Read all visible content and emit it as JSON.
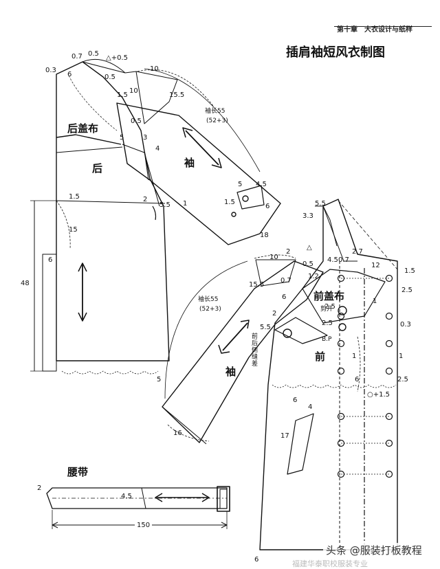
{
  "header": {
    "chapter": "第十章　大衣设计与纸样",
    "title": "插肩袖短风衣制图"
  },
  "back": {
    "yoke_label": "后盖布",
    "body_label": "后",
    "sleeve_label": "袖",
    "sleeve_length": "袖长55",
    "sleeve_length_calc": "(52+3)",
    "dims": [
      "0.7",
      "0.5",
      "△+0.5",
      "0.3",
      "6",
      "0.5",
      "10",
      "10",
      "1.5",
      "15.5",
      "0.5",
      "5",
      "3",
      "4",
      "1.5",
      "15",
      "6",
      "48",
      "5",
      "2",
      "5.5",
      "1",
      "5",
      "4.5",
      "1.5",
      "6",
      "18"
    ]
  },
  "front": {
    "yoke_label": "前盖布",
    "body_label": "前",
    "sleeve_label": "袖",
    "sleeve_length": "袖长55",
    "sleeve_length_calc": "(52+3)",
    "slit_label": "剪开",
    "bp_label": "B.P",
    "dart_note": "前后侧缝差",
    "dims": [
      "5.5",
      "3.3",
      "2.7",
      "0.7",
      "2",
      "△",
      "4.5",
      "10",
      "0.5",
      "12",
      "1.5",
      "2.5",
      "1.2",
      "0.7",
      "15.5",
      "6",
      "2.5",
      "2",
      "5.5",
      "2.5",
      "0.3",
      "1",
      "1",
      "6",
      "1",
      "2.5",
      "○+1.5",
      "16",
      "6",
      "4",
      "17",
      "6"
    ]
  },
  "belt": {
    "label": "腰带",
    "width": "4.5",
    "length": "150",
    "end": "2"
  },
  "watermark": "头条 @服装打板教程",
  "watermark_faint": "福建华泰职校服装专业"
}
